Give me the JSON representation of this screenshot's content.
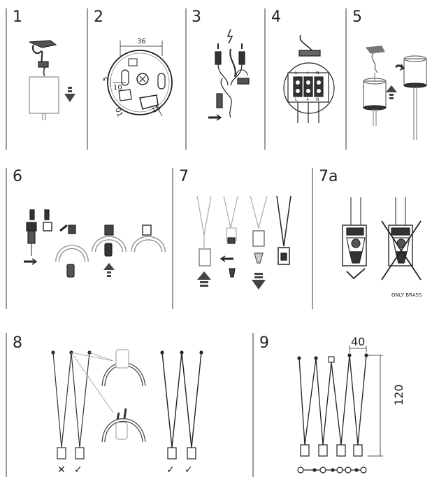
{
  "steps": {
    "s1": "1",
    "s2": "2",
    "s3": "3",
    "s4": "4",
    "s5": "5",
    "s6": "6",
    "s7": "7",
    "s7a": "7a",
    "s8": "8",
    "s9": "9"
  },
  "step2_dims": {
    "d36": "36",
    "d5": "5",
    "d10": "10",
    "d15": "15",
    "d01": "01"
  },
  "terminal_labels": {
    "l": "L",
    "earth": "⏚",
    "n": "N"
  },
  "step7a_note": "ONLY BRASS",
  "step9_dims": {
    "spacing": "40",
    "height": "120"
  },
  "marks": {
    "cross": "✕",
    "check": "✓"
  }
}
